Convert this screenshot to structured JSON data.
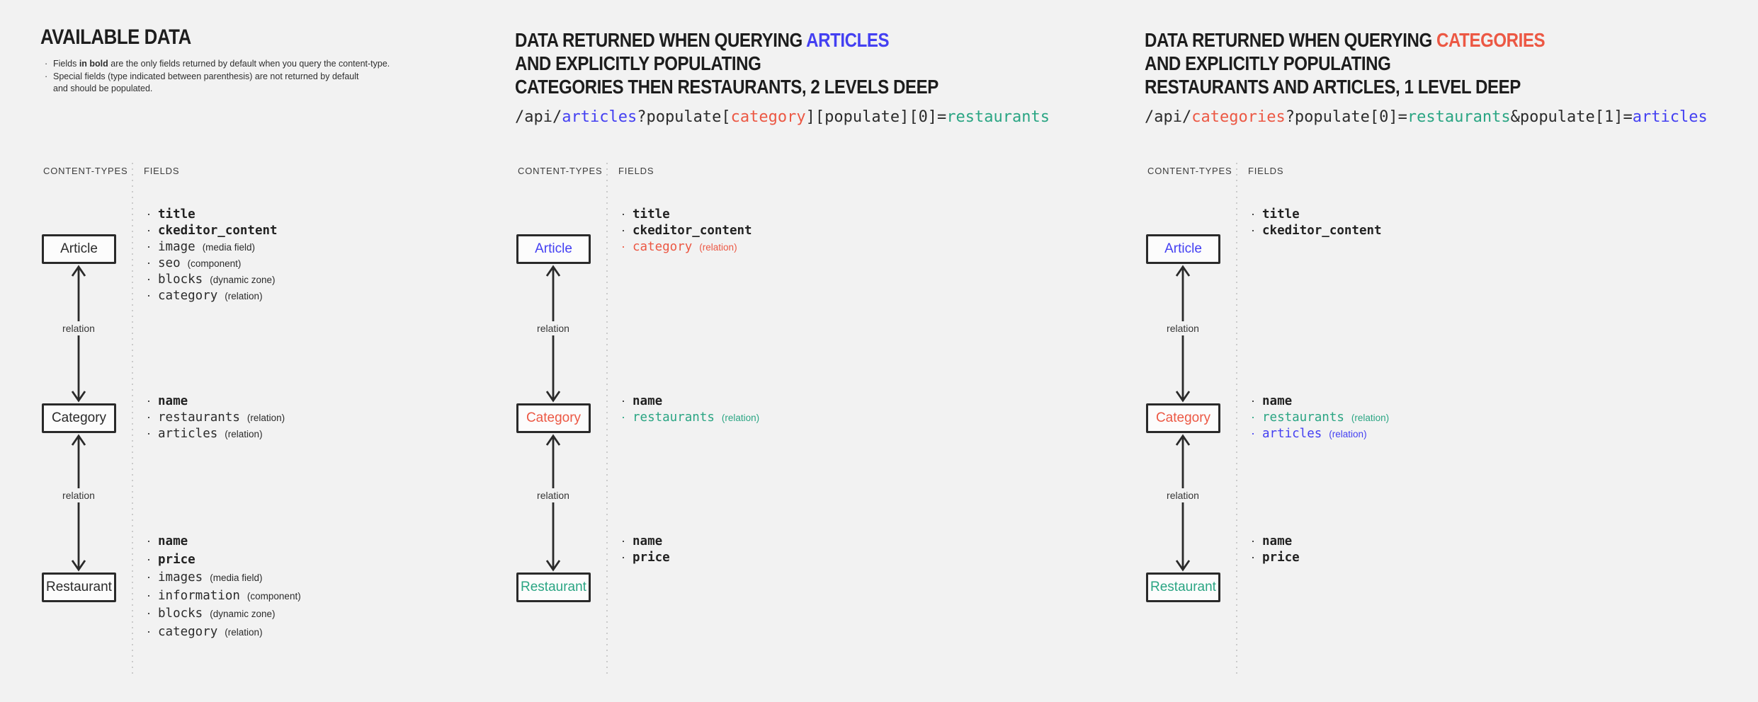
{
  "colors": {
    "dark": "#2b2b2b",
    "blue": "#4440f2",
    "red": "#ec5844",
    "teal": "#2aa583",
    "muted": "#3c3c3c"
  },
  "labels": {
    "content_types": "CONTENT-TYPES",
    "fields": "FIELDS",
    "relation": "relation",
    "article": "Article",
    "category": "Category",
    "restaurant": "Restaurant"
  },
  "p1": {
    "title": "AVAILABLE DATA",
    "notes": [
      {
        "pre": "Fields ",
        "bold": "in bold",
        "post": " are the only fields returned by default when you query the content-type."
      },
      {
        "pre": "Special fields (type indicated between parenthesis) are not returned by default",
        "bold": "",
        "post": ""
      },
      {
        "pre": "and should be populated.",
        "bold": "",
        "post": ""
      }
    ],
    "article_fields": [
      {
        "name": "title",
        "type": ""
      },
      {
        "name": "ckeditor_content",
        "type": ""
      },
      {
        "name": "image",
        "type": "(media field)"
      },
      {
        "name": "seo",
        "type": "(component)"
      },
      {
        "name": "blocks",
        "type": "(dynamic zone)"
      },
      {
        "name": "category",
        "type": "(relation)"
      }
    ],
    "category_fields": [
      {
        "name": "name",
        "type": ""
      },
      {
        "name": "restaurants",
        "type": "(relation)"
      },
      {
        "name": "articles",
        "type": "(relation)"
      }
    ],
    "restaurant_fields": [
      {
        "name": "name",
        "type": ""
      },
      {
        "name": "price",
        "type": ""
      },
      {
        "name": "images",
        "type": "(media field)"
      },
      {
        "name": "information",
        "type": "(component)"
      },
      {
        "name": "blocks",
        "type": "(dynamic zone)"
      },
      {
        "name": "category",
        "type": "(relation)"
      }
    ]
  },
  "p2": {
    "title_lines": [
      {
        "pre": "DATA RETURNED WHEN QUERYING ",
        "hl": "ARTICLES"
      },
      {
        "pre": "AND EXPLICITLY POPULATING",
        "hl": ""
      },
      {
        "pre": "CATEGORIES THEN RESTAURANTS, 2 LEVELS DEEP",
        "hl": ""
      }
    ],
    "url": [
      {
        "t": "/api/"
      },
      {
        "t": "articles"
      },
      {
        "t": "?populate["
      },
      {
        "t": "category"
      },
      {
        "t": "][populate][0]="
      },
      {
        "t": "restaurants"
      }
    ],
    "article_fields": [
      {
        "name": "title",
        "type": ""
      },
      {
        "name": "ckeditor_content",
        "type": ""
      },
      {
        "name": "category",
        "type": "(relation)"
      }
    ],
    "category_fields": [
      {
        "name": "name",
        "type": ""
      },
      {
        "name": "restaurants",
        "type": "(relation)"
      }
    ],
    "restaurant_fields": [
      {
        "name": "name",
        "type": ""
      },
      {
        "name": "price",
        "type": ""
      }
    ]
  },
  "p3": {
    "title_lines": [
      {
        "pre": "DATA RETURNED WHEN QUERYING ",
        "hl": "CATEGORIES"
      },
      {
        "pre": "AND EXPLICITLY POPULATING",
        "hl": ""
      },
      {
        "pre": "RESTAURANTS AND ARTICLES, 1 LEVEL DEEP",
        "hl": ""
      }
    ],
    "url": [
      {
        "t": "/api/"
      },
      {
        "t": "categories"
      },
      {
        "t": "?populate[0]="
      },
      {
        "t": "restaurants"
      },
      {
        "t": "&populate[1]="
      },
      {
        "t": "articles"
      }
    ],
    "article_fields": [
      {
        "name": "title",
        "type": ""
      },
      {
        "name": "ckeditor_content",
        "type": ""
      }
    ],
    "category_fields": [
      {
        "name": "name",
        "type": ""
      },
      {
        "name": "restaurants",
        "type": "(relation)"
      },
      {
        "name": "articles",
        "type": "(relation)"
      }
    ],
    "restaurant_fields": [
      {
        "name": "name",
        "type": ""
      },
      {
        "name": "price",
        "type": ""
      }
    ]
  }
}
